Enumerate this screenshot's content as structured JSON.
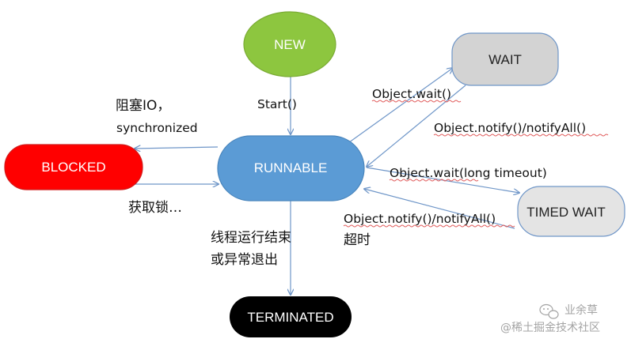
{
  "states": {
    "new": "NEW",
    "runnable": "RUNNABLE",
    "blocked": "BLOCKED",
    "wait": "WAIT",
    "timed_wait": "TIMED WAIT",
    "terminated": "TERMINATED"
  },
  "transitions": {
    "start": "Start()",
    "blocked_line1": "阻塞IO，",
    "blocked_line2": "synchronized",
    "acquire_lock": "获取锁…",
    "object_wait": "Object.wait()",
    "notify": "Object.notify()/notifyAll()",
    "wait_timeout": "Object.wait(long timeout)",
    "timed_notify": "Object.notify()/notifyAll()",
    "timeout": "超时",
    "end_line1": "线程运行结束",
    "end_line2": "或异常退出"
  },
  "watermark": {
    "line1": "业余草",
    "line2": "@稀土掘金技术社区"
  },
  "colors": {
    "new": "#8dc63f",
    "runnable": "#5b9bd5",
    "blocked": "#ff0000",
    "wait": "#d3d3d3",
    "timed_wait": "#e4e4e4",
    "terminated": "#000000",
    "edge": "#6f96c8"
  },
  "icons": {
    "watermark": "wechat-icon"
  }
}
